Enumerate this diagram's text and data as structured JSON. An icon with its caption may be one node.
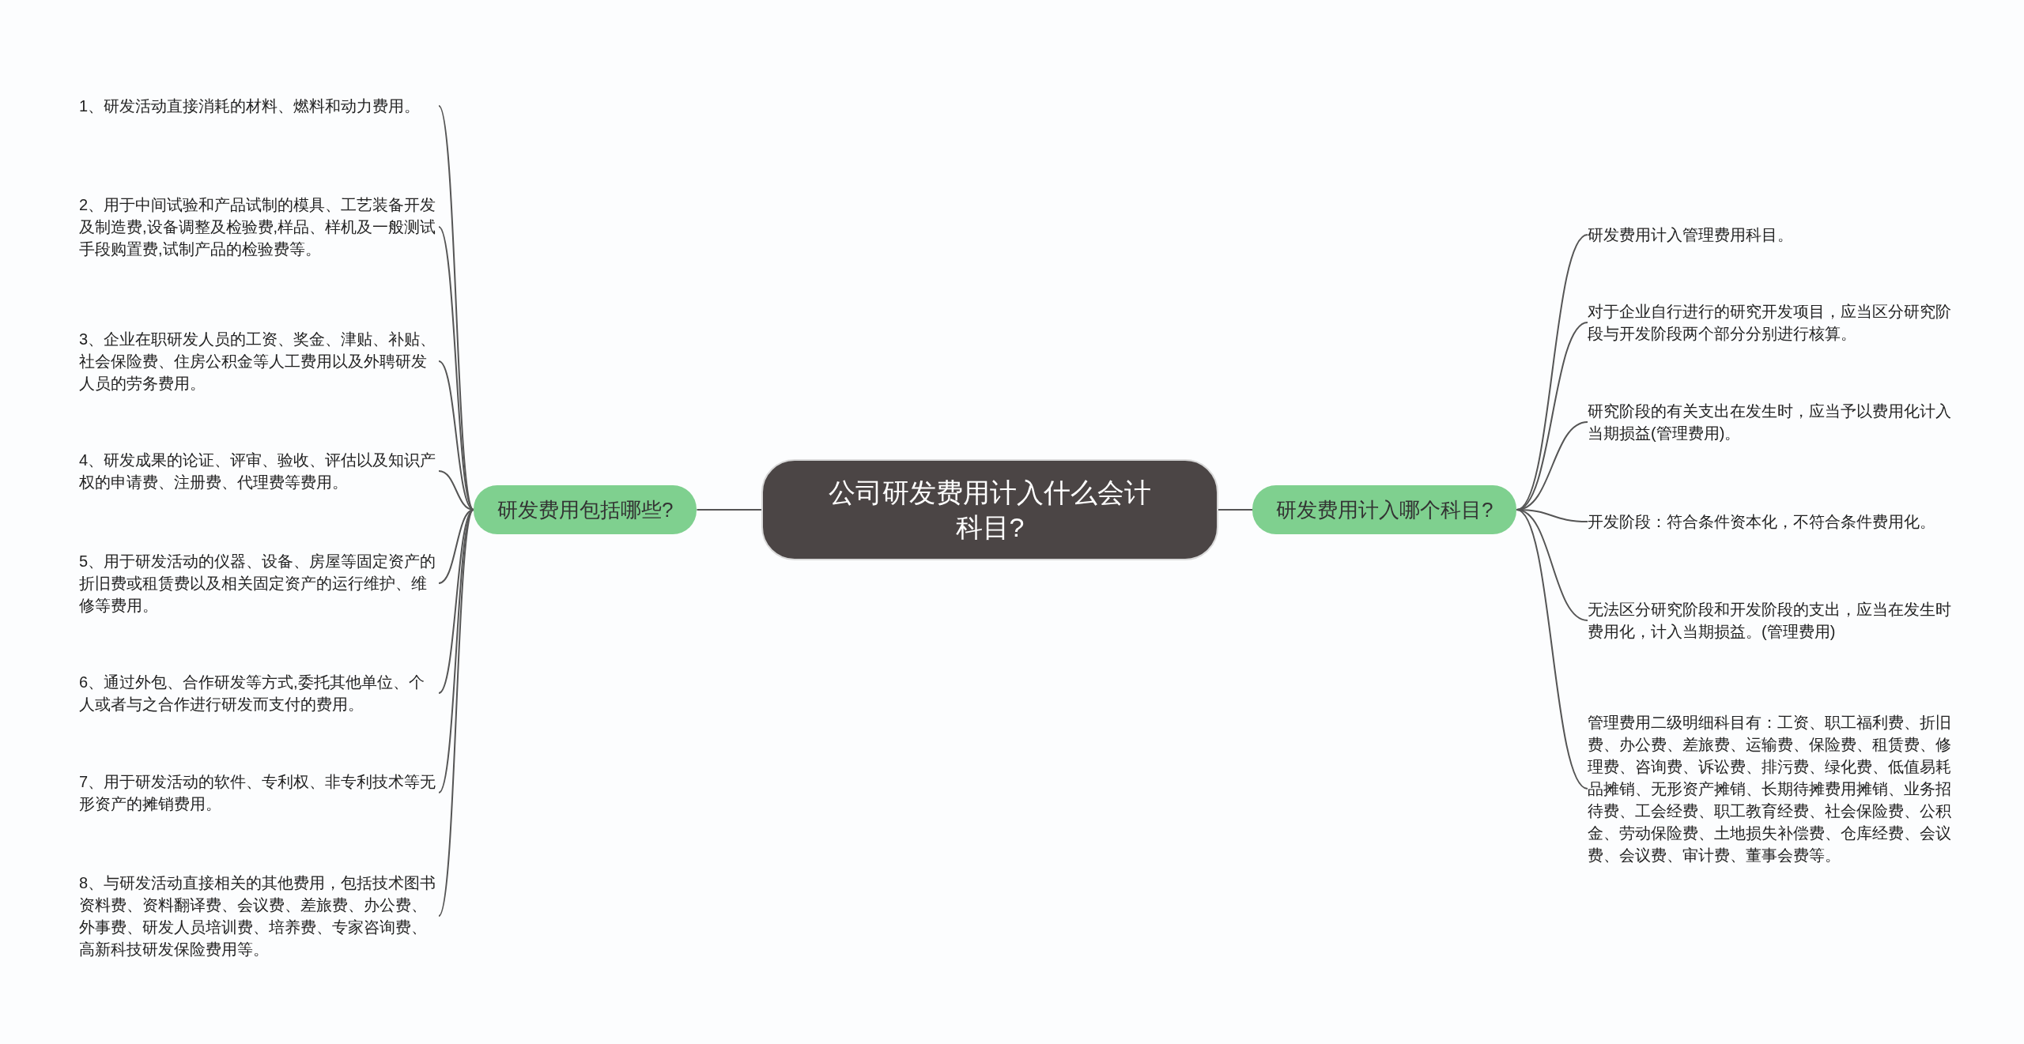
{
  "diagram": {
    "nodes": [
      {
        "text": [
          "公司研发费用计入什么会计科目?"
        ]
      },
      {
        "text": [
          "研发费用包括哪些?"
        ]
      },
      {
        "text": [
          "1、研发活动直接消耗的材料、燃料和动力费用。"
        ]
      },
      {
        "text": [
          "2、用于中间试验和产品试制的模具、工艺装备开发及制造费,设备调整及检验费,样品、样机及一般测试手段购置费,试制产品的检验费等。"
        ]
      },
      {
        "text": [
          "3、企业在职研发人员的工资、奖金、津贴、补贴、社会保险费、住房公积金等人工费用以及外聘研发人员的劳务费用。"
        ]
      },
      {
        "text": [
          "4、研发成果的论证、评审、验收、评估以及知识产权的申请费、注册费、代理费等费用。"
        ]
      },
      {
        "text": [
          "5、用于研发活动的仪器、设备、房屋等固定资产的折旧费或租赁费以及相关固定资产的运行维护、维修等费用。"
        ]
      },
      {
        "text": [
          "6、通过外包、合作研发等方式,委托其他单位、个人或者与之合作进行研发而支付的费用。"
        ]
      },
      {
        "text": [
          "7、用于研发活动的软件、专利权、非专利技术等无形资产的摊销费用。"
        ]
      },
      {
        "text": [
          "8、与研发活动直接相关的其他费用，包括技术图书资料费、资料翻译费、会议费、差旅费、办公费、外事费、研发人员培训费、培养费、专家咨询费、高新科技研发保险费用等。"
        ]
      },
      {
        "text": [
          "研发费用计入哪个科目?"
        ]
      },
      {
        "text": [
          "研发费用计入管理费用科目。"
        ]
      },
      {
        "text": [
          "对于企业自行进行的研究开发项目，应当区分研究阶段与开发阶段两个部分分别进行核算。"
        ]
      },
      {
        "text": [
          "研究阶段的有关支出在发生时，应当予以费用化计入当期损益(管理费用)。"
        ]
      },
      {
        "text": [
          "开发阶段：符合条件资本化，不符合条件费用化。"
        ]
      },
      {
        "text": [
          "无法区分研究阶段和开发阶段的支出，应当在发生时费用化，计入当期损益。(管理费用)"
        ]
      },
      {
        "text": [
          "管理费用二级明细科目有：工资、职工福利费、折旧费、办公费、差旅费、运输费、保险费、租赁费、修理费、咨询费、诉讼费、排污费、绿化费、低值易耗品摊销、无形资产摊销、长期待摊费用摊销、业务招待费、工会经费、职工教育经费、社会保险费、公积金、劳动保险费、土地损失补偿费、仓库经费、会议费、会议费、审计费、董事会费等。"
        ]
      }
    ],
    "edges": [
      {
        "from": 0,
        "to": 1,
        "arrow": "none"
      },
      {
        "from": 0,
        "to": 10,
        "arrow": "none"
      },
      {
        "from": 1,
        "to": 2,
        "arrow": "none"
      },
      {
        "from": 1,
        "to": 3,
        "arrow": "none"
      },
      {
        "from": 1,
        "to": 4,
        "arrow": "none"
      },
      {
        "from": 1,
        "to": 5,
        "arrow": "none"
      },
      {
        "from": 1,
        "to": 6,
        "arrow": "none"
      },
      {
        "from": 1,
        "to": 7,
        "arrow": "none"
      },
      {
        "from": 1,
        "to": 8,
        "arrow": "none"
      },
      {
        "from": 1,
        "to": 9,
        "arrow": "none"
      },
      {
        "from": 10,
        "to": 11,
        "arrow": "none"
      },
      {
        "from": 10,
        "to": 12,
        "arrow": "none"
      },
      {
        "from": 10,
        "to": 13,
        "arrow": "none"
      },
      {
        "from": 10,
        "to": 14,
        "arrow": "none"
      },
      {
        "from": 10,
        "to": 15,
        "arrow": "none"
      },
      {
        "from": 10,
        "to": 16,
        "arrow": "none"
      }
    ]
  }
}
